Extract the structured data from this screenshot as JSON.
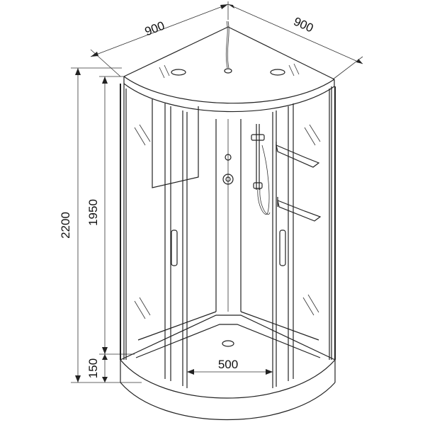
{
  "drawing": {
    "dimensions": {
      "top_left": "900",
      "top_right": "900",
      "total_height": "2200",
      "cabin_height": "1950",
      "tray_height": "150",
      "door_width": "500"
    }
  }
}
